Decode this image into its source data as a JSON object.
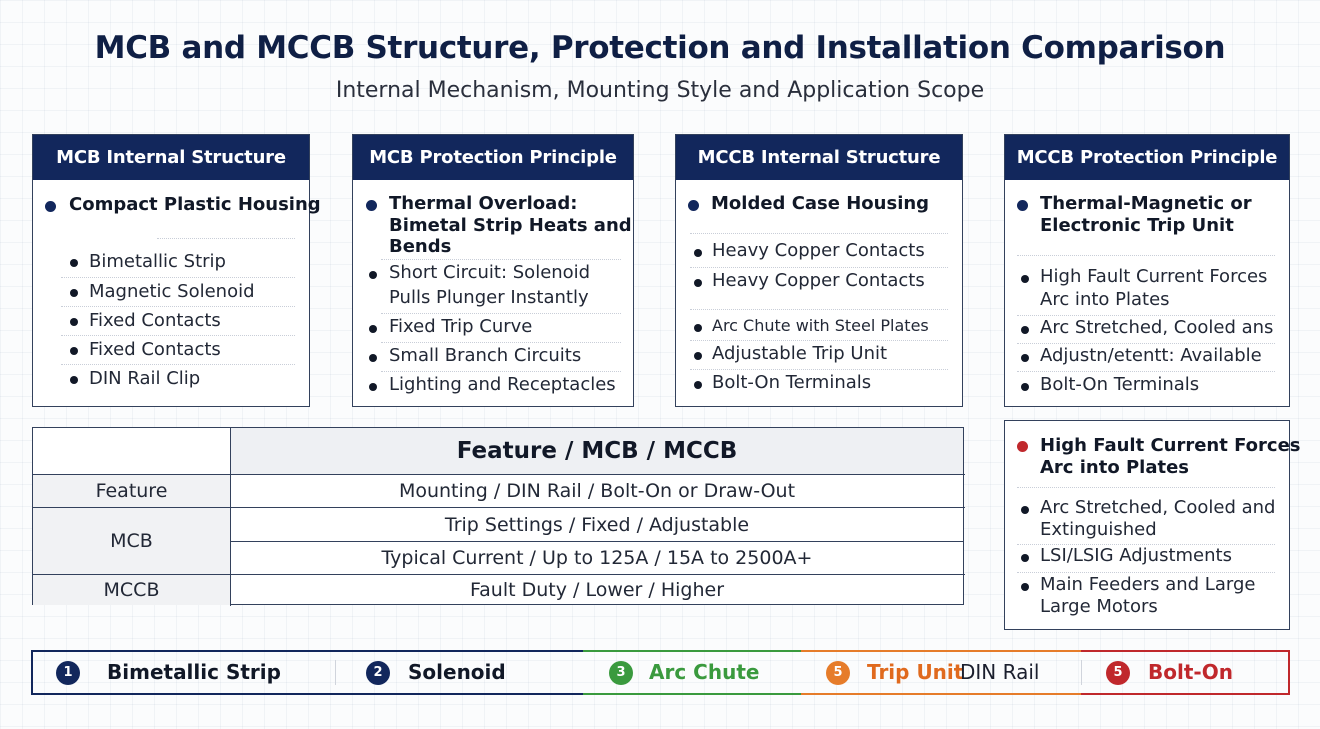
{
  "title": "MCB and MCCB Structure, Protection and Installation Comparison",
  "subtitle": "Internal Mechanism, Mounting Style and Application Scope",
  "cards": {
    "mcb_structure": {
      "header": "MCB Internal Structure",
      "lead": "Compact Plastic Housing",
      "items": [
        "Bimetallic Strip",
        "Magnetic Solenoid",
        "Fixed Contacts",
        "Fixed Contacts",
        "DIN Rail Clip"
      ]
    },
    "mcb_protection": {
      "header": "MCB Protection Principle",
      "lead_line1": "Thermal Overload:",
      "lead_line2": "Bimetal Strip Heats and",
      "lead_line3": "Bends",
      "item1_line1": "Short Circuit: Solenoid",
      "item1_line2": "Pulls Plunger Instantly",
      "items": [
        "Fixed Trip Curve",
        "Small Branch Circuits",
        "Lighting and Receptacles"
      ]
    },
    "mccb_structure": {
      "header": "MCCB Internal Structure",
      "lead": "Molded Case Housing",
      "items": [
        "Heavy Copper Contacts",
        "Heavy Copper Contacts",
        "Arc Chute with Steel Plates",
        "Adjustable Trip Unit",
        "Bolt-On Terminals"
      ]
    },
    "mccb_protection": {
      "header": "MCCB Protection Principle",
      "lead_line1": "Thermal-Magnetic or",
      "lead_line2": "Electronic Trip Unit",
      "item1_line1": "High Fault Current Forces",
      "item1_line2": "Arc into Plates",
      "items": [
        "Arc Stretched, Cooled ans",
        "Adjustn/etentt: Available",
        "Bolt-On Terminals"
      ]
    },
    "mccb_extra": {
      "lead_line1": "High Fault Current Forces",
      "lead_line2": "Arc into Plates",
      "item1_line1": "Arc Stretched, Cooled and",
      "item1_line2": "Extinguished",
      "item2": "LSI/LSIG Adjustments",
      "item3_line1": "Main Feeders and Large",
      "item3_line2": "Large Motors"
    }
  },
  "table": {
    "header": "Feature / MCB / MCCB",
    "left_labels": [
      "Feature",
      "MCB",
      "MCCB"
    ],
    "rows": [
      "Mounting / DIN Rail / Bolt-On or Draw-Out",
      "Trip Settings / Fixed / Adjustable",
      "Typical Current / Up to 125A / 15A to 2500A+",
      "Fault Duty / Lower / Higher"
    ]
  },
  "legend": [
    {
      "num": "1",
      "label": "Bimetallic Strip",
      "color": "#12275c"
    },
    {
      "num": "2",
      "label": "Solenoid",
      "color": "#12275c"
    },
    {
      "num": "3",
      "label": "Arc Chute",
      "color": "#3a9a3e"
    },
    {
      "num": "5",
      "label": "Trip Unit",
      "extra": "DIN Rail",
      "color": "#e67c2a"
    },
    {
      "num": "5",
      "label": "Bolt-On",
      "color": "#c0282c"
    }
  ],
  "colors": {
    "navy": "#12275c",
    "green": "#3a9a3e",
    "orange": "#e67c2a",
    "red": "#c0282c"
  }
}
